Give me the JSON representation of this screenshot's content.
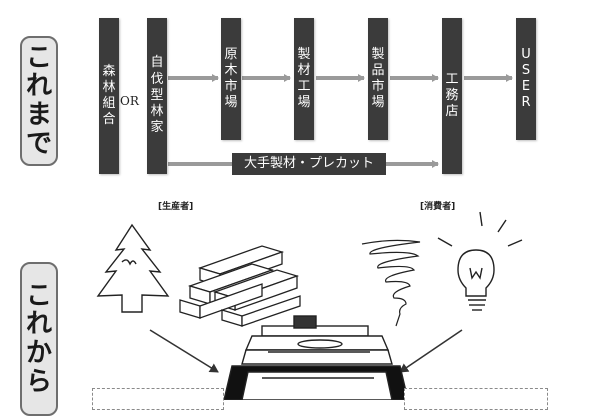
{
  "before": {
    "label": [
      "こ",
      "れ",
      "ま",
      "で"
    ],
    "or_text": "OR",
    "bars": {
      "forest_union": [
        "森",
        "林",
        "組",
        "合"
      ],
      "self_forest_owner": [
        "自",
        "伐",
        "型",
        "林",
        "家"
      ],
      "log_market": [
        "原",
        "木",
        "市",
        "場"
      ],
      "sawmill": [
        "製",
        "材",
        "工",
        "場"
      ],
      "product_market": [
        "製",
        "品",
        "市",
        "場"
      ],
      "contractor": [
        "工",
        "務",
        "店"
      ],
      "user": [
        "U",
        "S",
        "E",
        "R"
      ]
    },
    "bypass_label": "大手製材・プレカット"
  },
  "after": {
    "label": [
      "こ",
      "れ",
      "か",
      "ら"
    ],
    "producer_tag": "[生産者]",
    "consumer_tag": "[消費者]"
  },
  "colors": {
    "bar": "#3b3b3b",
    "arrow": "#9a9a9a",
    "label_bg": "#e6e6e6"
  }
}
